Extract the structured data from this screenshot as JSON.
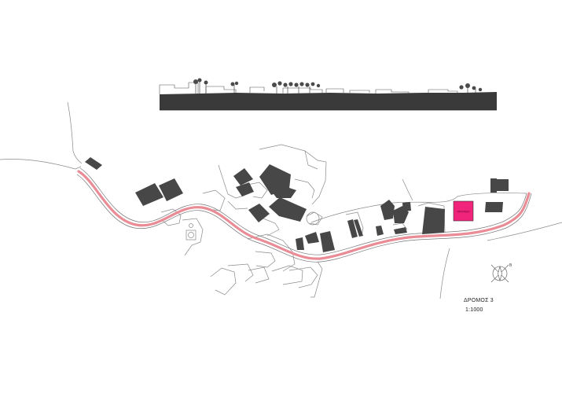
{
  "drawing": {
    "title": "ΔΡΟΜΟΣ 3",
    "scale": "1:1000",
    "north_label": "Β",
    "highlight_label": "ΠΡΟΤΑΣΗ"
  },
  "colors": {
    "background": "#ffffff",
    "building_fill": "#474747",
    "road_highlight": "#e98c95",
    "highlight_fill": "#f0247a",
    "section_fill": "#3a3a3a",
    "linework": "#8a8a8a"
  },
  "layers": [
    "section-elevation",
    "road-axis",
    "existing-buildings",
    "plot-boundaries",
    "highlighted-building",
    "north-arrow"
  ],
  "icons": {
    "north_arrow": "compass-rose-icon",
    "trees": "palm-tree-icon"
  }
}
